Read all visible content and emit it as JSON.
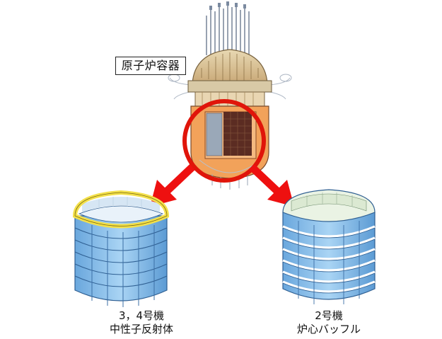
{
  "vessel_label": "原子炉容器",
  "unit34": {
    "line1": "3，4号機",
    "line2": "中性子反射体"
  },
  "unit2": {
    "line1": "2号機",
    "line2": "炉心バッフル"
  },
  "colors": {
    "highlight_red": "#e0150a",
    "arrow_red": "#ee1010",
    "cylinder_blue": "#8fc3ec",
    "cylinder_rim_yellow": "#f3e04a",
    "core_orange": "#f08a3a",
    "core_dark": "#5a2a20"
  }
}
